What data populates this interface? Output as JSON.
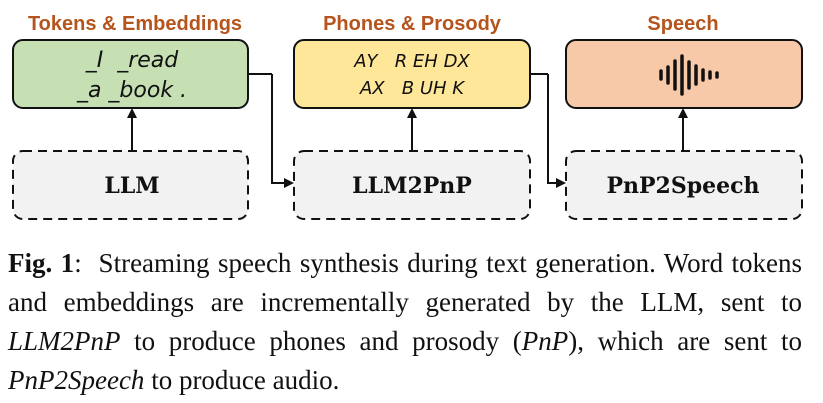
{
  "diagram": {
    "headers": {
      "tokens": "Tokens & Embeddings",
      "phones": "Phones & Prosody",
      "speech": "Speech"
    },
    "tokens_box": {
      "line1": "_I  _read",
      "line2": "_a _book ."
    },
    "phones_box": {
      "line1": "AY   R EH DX",
      "line2": "AX   B UH K"
    },
    "modules": {
      "llm": "LLM",
      "llm2pnp": "LLM2PnP",
      "pnp2speech": "PnP2Speech"
    },
    "colors": {
      "tokens_fill": "#c6e0b4",
      "phones_fill": "#ffe79a",
      "speech_fill": "#f8c9a9",
      "module_fill": "#f2f2f2",
      "header_text": "#b5541c"
    }
  },
  "caption": {
    "label": "Fig. 1",
    "colon": ":",
    "t1": "  Streaming speech synthesis during text generation. Word tokens and embeddings are incrementally generated by the LLM, sent to ",
    "i1": "LLM2PnP",
    "t2": " to produce phones and prosody (",
    "i2": "PnP",
    "t3": "), which are sent to ",
    "i3": "PnP2Speech",
    "t4": " to produce audio."
  }
}
